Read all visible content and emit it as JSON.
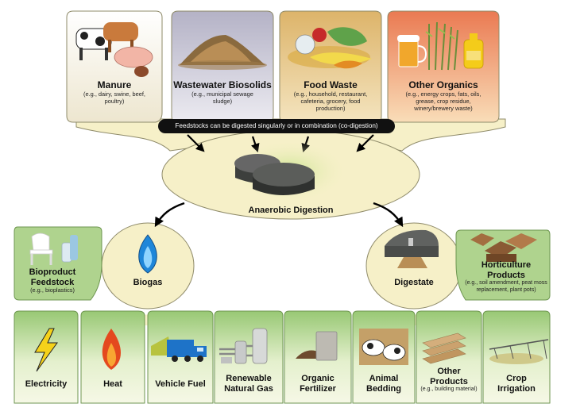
{
  "feedstocks": [
    {
      "title": "Manure",
      "detail": "(e.g., dairy, swine, beef,\npoultry)",
      "icon": "livestock-icon"
    },
    {
      "title": "Wastewater Biosolids",
      "detail": "(e.g., municipal sewage\nsludge)",
      "icon": "biosolids-pile-icon"
    },
    {
      "title": "Food Waste",
      "detail": "(e.g., household, restaurant,\ncafeteria, grocery, food\nproduction)",
      "icon": "food-scraps-icon"
    },
    {
      "title": "Other Organics",
      "detail": "(e.g., energy crops, fats, oils,\ngrease, crop residue,\nwinery/brewery waste)",
      "icon": "crops-and-oil-icon"
    }
  ],
  "banner": "Feedstocks can be digested singularly or in combination (co-digestion)",
  "center": {
    "label": "Anaerobic Digestion",
    "icon": "digester-tanks-icon"
  },
  "biogas": {
    "label": "Biogas",
    "icon": "gas-flame-icon",
    "side": {
      "title": "Bioproduct\nFeedstock",
      "detail": "(e.g., bioplastics)",
      "icon": "plastic-chair-bottle-icon"
    },
    "outputs": [
      {
        "title": "Electricity",
        "icon": "lightning-bolt-icon"
      },
      {
        "title": "Heat",
        "icon": "fire-icon"
      },
      {
        "title": "Vehicle Fuel",
        "icon": "garbage-truck-icon"
      },
      {
        "title": "Renewable\nNatural Gas",
        "icon": "gas-processing-plant-icon"
      }
    ]
  },
  "digestate": {
    "label": "Digestate",
    "icon": "digester-output-icon",
    "side": {
      "title": "Horticulture\nProducts",
      "detail": "(e.g., soil amendment, peat moss\nreplacement, plant pots)",
      "icon": "plant-pots-icon"
    },
    "outputs": [
      {
        "title": "Organic\nFertilizer",
        "detail": "",
        "icon": "fertilizer-bag-icon"
      },
      {
        "title": "Animal\nBedding",
        "detail": "",
        "icon": "cows-bedding-icon"
      },
      {
        "title": "Other\nProducts",
        "detail": "(e.g., building material)",
        "icon": "lumber-boards-icon"
      },
      {
        "title": "Crop\nIrrigation",
        "detail": "",
        "icon": "pivot-irrigation-icon"
      }
    ]
  },
  "colors": {
    "cream": "#F6F0C8",
    "creamStroke": "#8F8B6A",
    "manure": "#EDE6CF",
    "biosolids": "#C9C7D6",
    "foodwaste": "#E6C98D",
    "organics": "#EE9470",
    "green": "#AFD38E",
    "greenStroke": "#6E9650",
    "accent": "#000000"
  }
}
